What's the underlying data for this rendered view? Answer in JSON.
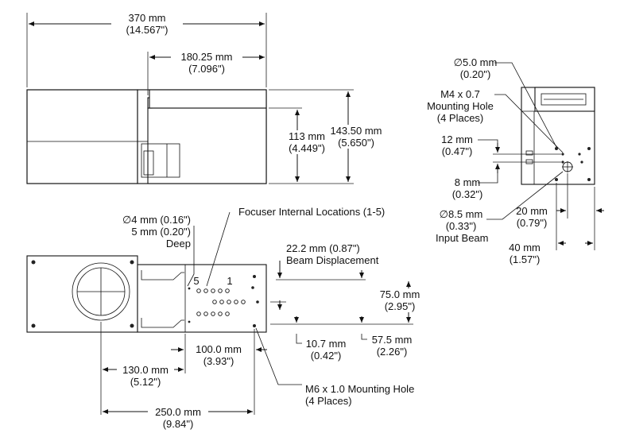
{
  "dimensions": {
    "overall_length": {
      "mm": "370 mm",
      "in": "(14.567\")"
    },
    "offset_180": {
      "mm": "180.25 mm",
      "in": "(7.096\")"
    },
    "height_113": {
      "mm": "113 mm",
      "in": "(4.449\")"
    },
    "height_143": {
      "mm": "143.50 mm",
      "in": "(5.650\")"
    },
    "hole_dia_5": {
      "mm": "∅5.0 mm",
      "in": "(0.20\")"
    },
    "m4_hole": {
      "line1": "M4 x 0.7",
      "line2": "Mounting Hole",
      "line3": "(4 Places)"
    },
    "d12": {
      "mm": "12 mm",
      "in": "(0.47\")"
    },
    "d8": {
      "mm": "8 mm",
      "in": "(0.32\")"
    },
    "input_beam": {
      "mm": "∅8.5 mm",
      "in": "(0.33\")",
      "label": "Input Beam"
    },
    "d20": {
      "mm": "20 mm",
      "in": "(0.79\")"
    },
    "d40": {
      "mm": "40 mm",
      "in": "(1.57\")"
    },
    "hole_dia_4": {
      "line1": "∅4 mm (0.16\")",
      "line2": "5 mm (0.20\")",
      "line3": "Deep"
    },
    "focuser": {
      "label": "Focuser Internal Locations (1-5)",
      "n5": "5",
      "n1": "1"
    },
    "beam_disp": {
      "mm": "22.2 mm (0.87\")",
      "label": "Beam Displacement"
    },
    "d75": {
      "mm": "75.0 mm",
      "in": "(2.95\")"
    },
    "d57": {
      "mm": "57.5 mm",
      "in": "(2.26\")"
    },
    "d10": {
      "mm": "10.7 mm",
      "in": "(0.42\")"
    },
    "d100": {
      "mm": "100.0 mm",
      "in": "(3.93\")"
    },
    "d130": {
      "mm": "130.0 mm",
      "in": "(5.12\")"
    },
    "m6_hole": {
      "line1": "M6 x 1.0 Mounting Hole",
      "line2": "(4 Places)"
    },
    "d250": {
      "mm": "250.0 mm",
      "in": "(9.84\")"
    }
  }
}
